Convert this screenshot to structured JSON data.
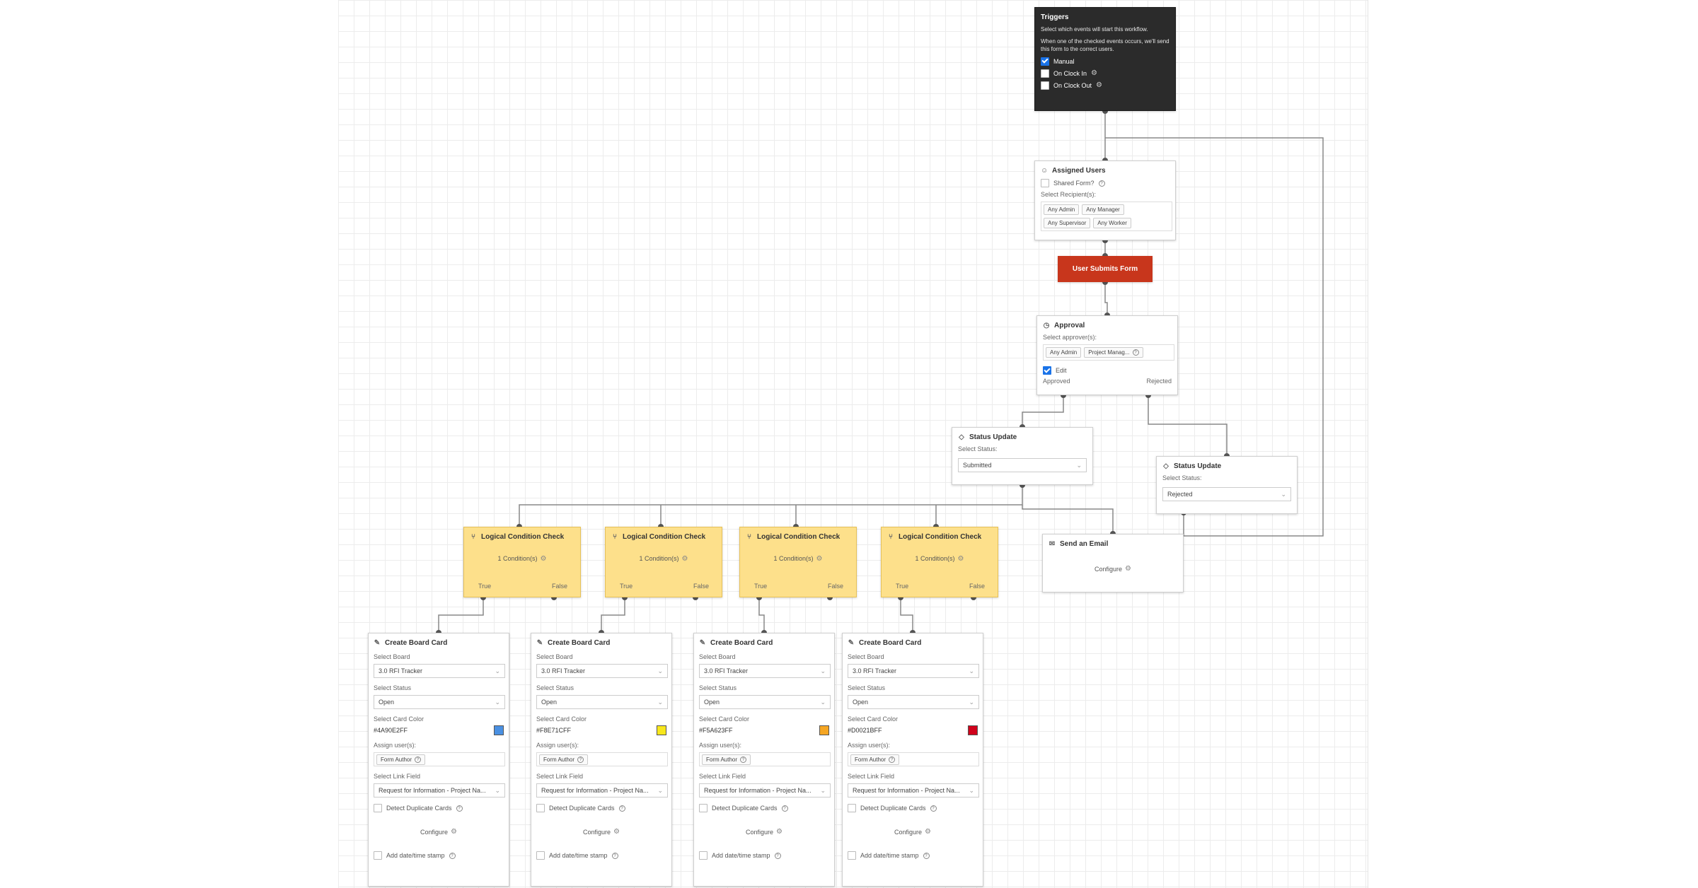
{
  "triggers": {
    "title": "Triggers",
    "desc1": "Select which events will start this workflow.",
    "desc2": "When one of the checked events occurs, we'll send this form to the correct users.",
    "options": [
      {
        "label": "Manual",
        "checked": true
      },
      {
        "label": "On Clock In",
        "checked": false
      },
      {
        "label": "On Clock Out",
        "checked": false
      }
    ]
  },
  "assigned": {
    "title": "Assigned Users",
    "shared_label": "Shared Form?",
    "recipients_label": "Select Recipient(s):",
    "chips": [
      "Any Admin",
      "Any Manager",
      "Any Supervisor",
      "Any Worker"
    ]
  },
  "submit": {
    "label": "User Submits Form"
  },
  "approval": {
    "title": "Approval",
    "approvers_label": "Select approver(s):",
    "chips": [
      "Any Admin",
      "Project Manag..."
    ],
    "edit_label": "Edit",
    "approved_label": "Approved",
    "rejected_label": "Rejected"
  },
  "status_updates": [
    {
      "title": "Status Update",
      "label": "Select Status:",
      "value": "Submitted"
    },
    {
      "title": "Status Update",
      "label": "Select Status:",
      "value": "Rejected"
    }
  ],
  "email": {
    "title": "Send an Email",
    "configure": "Configure"
  },
  "conditions": [
    {
      "title": "Logical Condition Check",
      "cond": "1 Condition(s)",
      "true_label": "True",
      "false_label": "False"
    },
    {
      "title": "Logical Condition Check",
      "cond": "1 Condition(s)",
      "true_label": "True",
      "false_label": "False"
    },
    {
      "title": "Logical Condition Check",
      "cond": "1 Condition(s)",
      "true_label": "True",
      "false_label": "False"
    },
    {
      "title": "Logical Condition Check",
      "cond": "1 Condition(s)",
      "true_label": "True",
      "false_label": "False"
    }
  ],
  "board_cards": [
    {
      "title": "Create Board Card",
      "board_label": "Select Board",
      "board": "3.0 RFI Tracker",
      "status_label": "Select Status",
      "status": "Open",
      "color_label": "Select Card Color",
      "color_hex": "#4A90E2FF",
      "swatch": "#4a90e2",
      "assign_label": "Assign user(s):",
      "assignee": "Form Author",
      "link_label": "Select Link Field",
      "link": "Request for Information - Project Na...",
      "dup_label": "Detect Duplicate Cards",
      "configure": "Configure",
      "stamp_label": "Add date/time stamp"
    },
    {
      "title": "Create Board Card",
      "board_label": "Select Board",
      "board": "3.0 RFI Tracker",
      "status_label": "Select Status",
      "status": "Open",
      "color_label": "Select Card Color",
      "color_hex": "#F8E71CFF",
      "swatch": "#f8e71c",
      "assign_label": "Assign user(s):",
      "assignee": "Form Author",
      "link_label": "Select Link Field",
      "link": "Request for Information - Project Na...",
      "dup_label": "Detect Duplicate Cards",
      "configure": "Configure",
      "stamp_label": "Add date/time stamp"
    },
    {
      "title": "Create Board Card",
      "board_label": "Select Board",
      "board": "3.0 RFI Tracker",
      "status_label": "Select Status",
      "status": "Open",
      "color_label": "Select Card Color",
      "color_hex": "#F5A623FF",
      "swatch": "#f5a623",
      "assign_label": "Assign user(s):",
      "assignee": "Form Author",
      "link_label": "Select Link Field",
      "link": "Request for Information - Project Na...",
      "dup_label": "Detect Duplicate Cards",
      "configure": "Configure",
      "stamp_label": "Add date/time stamp"
    },
    {
      "title": "Create Board Card",
      "board_label": "Select Board",
      "board": "3.0 RFI Tracker",
      "status_label": "Select Status",
      "status": "Open",
      "color_label": "Select Card Color",
      "color_hex": "#D0021BFF",
      "swatch": "#d0021b",
      "assign_label": "Assign user(s):",
      "assignee": "Form Author",
      "link_label": "Select Link Field",
      "link": "Request for Information - Project Na...",
      "dup_label": "Detect Duplicate Cards",
      "configure": "Configure",
      "stamp_label": "Add date/time stamp"
    }
  ]
}
